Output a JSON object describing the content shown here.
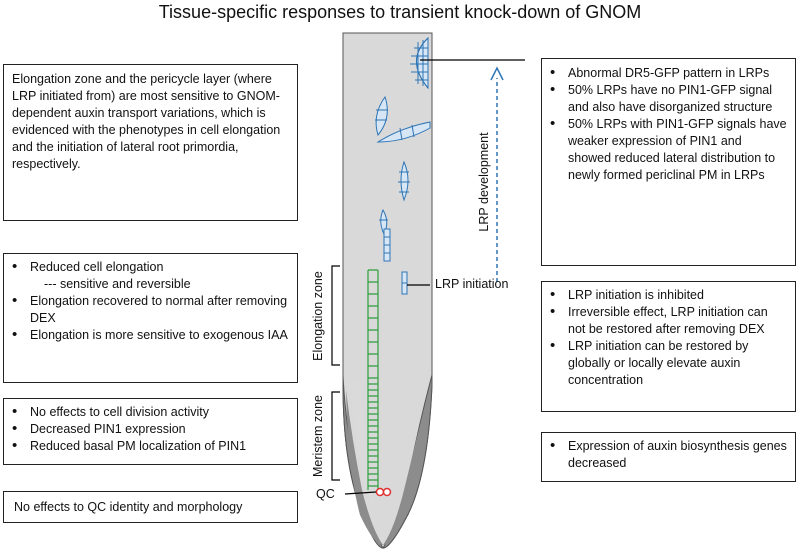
{
  "title": "Tissue-specific responses to transient knock-down of GNOM",
  "left_boxes": {
    "box1": "Elongation zone and the pericycle layer (where LRP initiated from) are most sensitive to GNOM-dependent auxin transport variations, which is evidenced with the phenotypes in cell elongation and the initiation of lateral root primordia, respectively.",
    "box2": {
      "item1": "Reduced cell elongation",
      "item1_sub": "--- sensitive and reversible",
      "item2": "Elongation recovered to normal after removing DEX",
      "item3": "Elongation is more sensitive to exogenous IAA"
    },
    "box3": {
      "item1": "No effects to cell division activity",
      "item2": "Decreased PIN1 expression",
      "item3": "Reduced basal PM localization of PIN1"
    },
    "box4": "No effects to QC identity and morphology"
  },
  "right_boxes": {
    "box1": {
      "item1": "Abnormal DR5-GFP pattern in LRPs",
      "item2": "50% LRPs have no PIN1-GFP signal and also have disorganized structure",
      "item3": "50% LRPs with PIN1-GFP signals have weaker expression of PIN1 and showed reduced lateral distribution to newly formed periclinal PM in LRPs"
    },
    "box2": {
      "item1": "LRP initiation is inhibited",
      "item2": "Irreversible effect, LRP initiation can not be restored after removing DEX",
      "item3": "LRP initiation can be restored by globally or locally elevate auxin concentration"
    },
    "box3": "Expression of auxin biosynthesis genes decreased"
  },
  "labels": {
    "elongation_zone": "Elongation zone",
    "meristem_zone": "Meristem zone",
    "qc": "QC",
    "lrp_initiation": "LRP initiation",
    "lrp_development": "LRP development"
  },
  "colors": {
    "root_fill": "#d9d9d9",
    "root_cap_fill": "#8c8c8c",
    "lrp_blue": "#2e75b6",
    "cell_file_green": "#2e9e3e",
    "qc_red": "#e03030",
    "arrow_blue": "#2e75b6"
  }
}
